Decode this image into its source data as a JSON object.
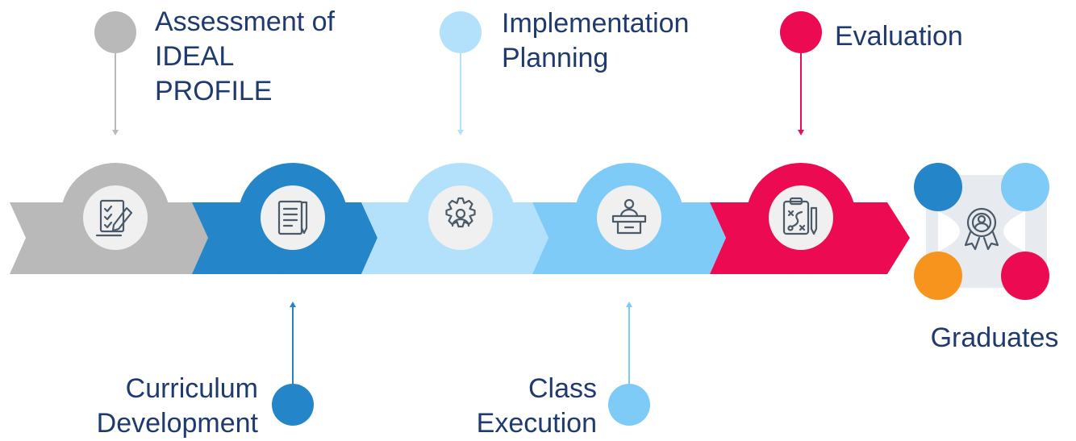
{
  "stages": [
    {
      "id": "assessment",
      "lines": [
        "Assessment of",
        "IDEAL",
        "PROFILE"
      ],
      "color": "#b9b9b9",
      "position": "top"
    },
    {
      "id": "curriculum",
      "lines": [
        "Curriculum",
        "Development"
      ],
      "color": "#2486c8",
      "position": "bottom"
    },
    {
      "id": "implementation",
      "lines": [
        "Implementation",
        "Planning"
      ],
      "color": "#b3e0fa",
      "position": "top"
    },
    {
      "id": "class",
      "lines": [
        "Class",
        "Execution"
      ],
      "color": "#7fcbf7",
      "position": "bottom"
    },
    {
      "id": "evaluation",
      "lines": [
        "Evaluation"
      ],
      "color": "#ec0a52",
      "position": "top"
    }
  ],
  "outcome": {
    "label": "Graduates",
    "dot_colors": [
      "#2486c8",
      "#7fcbf7",
      "#f7941d",
      "#ec0a52"
    ],
    "panel_color": "#e7eaef"
  },
  "text_color": "#1f3a6e",
  "icons": [
    "checklist-pen-icon",
    "document-pencil-icon",
    "gear-person-icon",
    "lectern-speaker-icon",
    "clipboard-plan-icon",
    "award-badge-icon"
  ]
}
